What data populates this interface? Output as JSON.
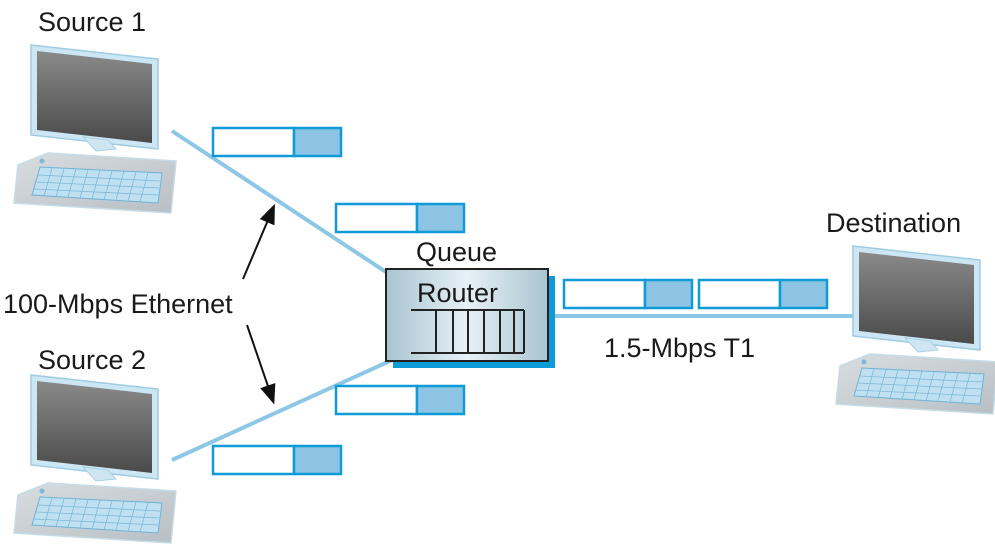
{
  "diagram": {
    "title": "Router queue congestion between fast and slow links",
    "nodes": {
      "source1": {
        "label": "Source 1",
        "type": "computer"
      },
      "source2": {
        "label": "Source 2",
        "type": "computer"
      },
      "destination": {
        "label": "Destination",
        "type": "computer"
      },
      "router": {
        "label": "Router",
        "queue_label": "Queue",
        "queue_slots": 6
      }
    },
    "links": [
      {
        "from": "source1",
        "to": "router",
        "label": "100-Mbps Ethernet",
        "packets": 2
      },
      {
        "from": "source2",
        "to": "router",
        "label": "100-Mbps Ethernet",
        "packets": 2
      },
      {
        "from": "router",
        "to": "destination",
        "label": "1.5-Mbps T1",
        "packets": 2
      }
    ],
    "labels": {
      "ethernet": "100-Mbps Ethernet",
      "t1": "1.5-Mbps T1"
    },
    "colors": {
      "link": "#8ec6e6",
      "packet_border": "#0f9bd7",
      "packet_header": "#8dc4e4",
      "router_fill": "#c9dde6",
      "router_shadow": "#0f9bd7"
    }
  }
}
